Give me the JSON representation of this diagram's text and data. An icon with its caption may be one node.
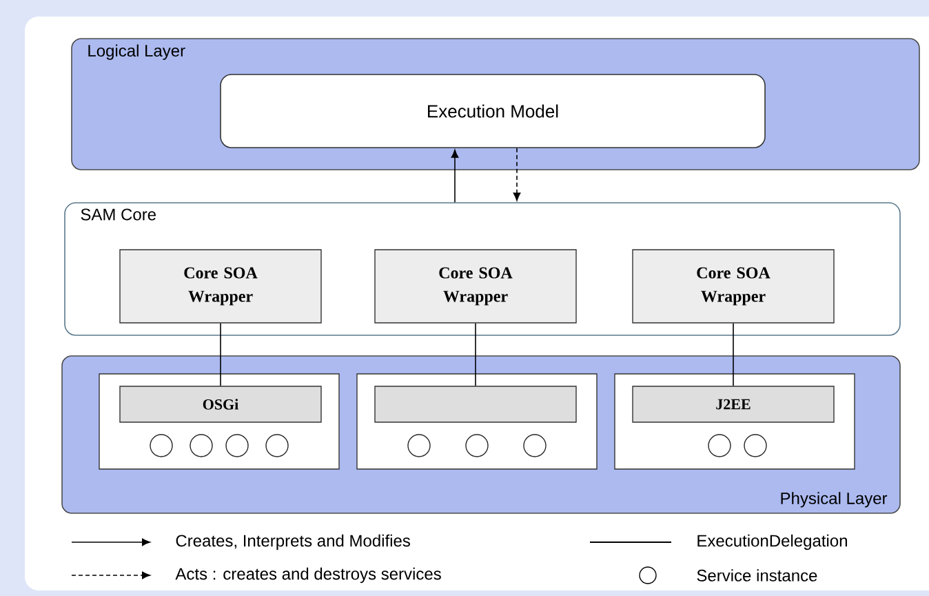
{
  "diagram": {
    "nodes": [
      {
        "text": [
          "Logical Layer"
        ]
      },
      {
        "text": [
          "Execution Model"
        ],
        "in": 0
      },
      {
        "text": [
          "SAM Core"
        ]
      },
      {
        "text": [
          "Core SOA Wrapper"
        ],
        "in": 2
      },
      {
        "text": [
          "Core SOA Wrapper"
        ],
        "in": 2
      },
      {
        "text": [
          "Core SOA Wrapper"
        ],
        "in": 2
      },
      {
        "text": [
          "Physical Layer"
        ]
      },
      {
        "text": [],
        "shape": "box",
        "in": 6
      },
      {
        "text": [],
        "shape": "box",
        "in": 6
      },
      {
        "text": [],
        "shape": "box",
        "in": 6
      },
      {
        "text": [
          "OSGi"
        ],
        "in": 7
      },
      {
        "text": [],
        "shape": "bar",
        "in": 8
      },
      {
        "text": [
          "J2EE"
        ],
        "in": 9
      }
    ],
    "edges": [
      {
        "from": 2,
        "to": 1,
        "arrow": "to"
      },
      {
        "from": 1,
        "to": 2,
        "arrow": "to",
        "style": "dashed"
      },
      {
        "from": 3,
        "to": 10,
        "arrow": "none"
      },
      {
        "from": 4,
        "to": 11,
        "arrow": "none"
      },
      {
        "from": 5,
        "to": 12,
        "arrow": "none"
      }
    ],
    "legend": [
      {
        "text": "Creates, Interprets and Modifies"
      },
      {
        "text": "ExecutionDelegation"
      },
      {
        "text": "Acts : creates and destroys services"
      },
      {
        "text": "Service instance"
      }
    ]
  }
}
